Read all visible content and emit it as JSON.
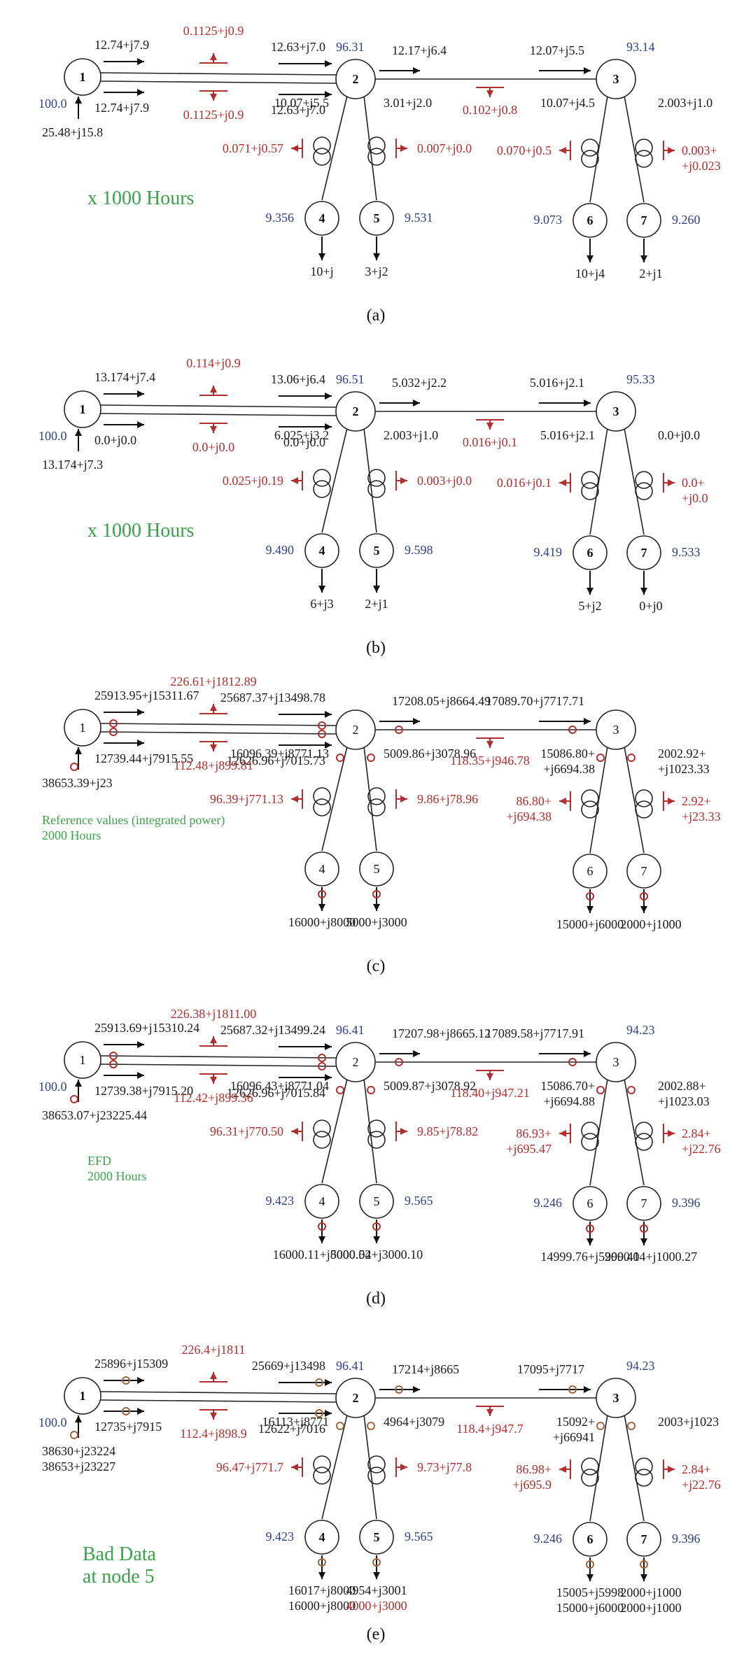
{
  "panels": [
    {
      "caption": "(a)",
      "note": [
        "x 1000 Hours"
      ],
      "node_labels_bold": true,
      "voltages": {
        "n1": "100.0",
        "n2": "96.31",
        "n3": "93.14",
        "n4": "9.356",
        "n5": "9.531",
        "n6": "9.073",
        "n7": "9.260"
      },
      "flows": {
        "l12_top_from": "12.74+j7.9",
        "l12_top_to": "12.63+j7.0",
        "l12_bot_from": "12.74+j7.9",
        "l12_bot_to": "12.63+j7.0",
        "l23_from": "12.17+j6.4",
        "l23_to": "12.07+j5.5",
        "inj1": [
          "25.48+j15.8"
        ],
        "t24": [
          "10.07+j5.5"
        ],
        "t25": [
          "3.01+j2.0"
        ],
        "t36": [
          "10.07+j4.5"
        ],
        "t37": [
          "2.003+j1.0"
        ],
        "load4": [
          "10+j"
        ],
        "load5": [
          "3+j2"
        ],
        "load6": [
          "10+j4"
        ],
        "load7": [
          "2+j1"
        ]
      },
      "losses": {
        "l12_top": [
          "0.1125+j0.9"
        ],
        "l12_bot": [
          "0.1125+j0.9"
        ],
        "l23": [
          "0.102+j0.8"
        ],
        "t4": [
          "0.071+j0.57"
        ],
        "t5": [
          "0.007+j0.0"
        ],
        "t6": [
          "0.070+j0.5"
        ],
        "t7": [
          "0.003+",
          "+j0.023"
        ]
      }
    },
    {
      "caption": "(b)",
      "note": [
        "x 1000 Hours"
      ],
      "node_labels_bold": true,
      "voltages": {
        "n1": "100.0",
        "n2": "96.51",
        "n3": "95.33",
        "n4": "9.490",
        "n5": "9.598",
        "n6": "9.419",
        "n7": "9.533"
      },
      "flows": {
        "l12_top_from": "13.174+j7.4",
        "l12_top_to": "13.06+j6.4",
        "l12_bot_from": "0.0+j0.0",
        "l12_bot_to": "0.0+j0.0",
        "l23_from": "5.032+j2.2",
        "l23_to": "5.016+j2.1",
        "inj1": [
          "13.174+j7.3"
        ],
        "t24": [
          "6.025+j3.2"
        ],
        "t25": [
          "2.003+j1.0"
        ],
        "t36": [
          "5.016+j2.1"
        ],
        "t37": [
          "0.0+j0.0"
        ],
        "load4": [
          "6+j3"
        ],
        "load5": [
          "2+j1"
        ],
        "load6": [
          "5+j2"
        ],
        "load7": [
          "0+j0"
        ]
      },
      "losses": {
        "l12_top": [
          "0.114+j0.9"
        ],
        "l12_bot": [
          "0.0+j0.0"
        ],
        "l23": [
          "0.016+j0.1"
        ],
        "t4": [
          "0.025+j0.19"
        ],
        "t5": [
          "0.003+j0.0"
        ],
        "t6": [
          "0.016+j0.1"
        ],
        "t7": [
          "0.0+",
          "+j0.0"
        ]
      }
    },
    {
      "caption": "(c)",
      "note": [
        "Reference values (integrated power)",
        "2000 Hours"
      ],
      "node_labels_bold": false,
      "voltages": {
        "n1": "",
        "n2": "",
        "n3": "",
        "n4": "",
        "n5": "",
        "n6": "",
        "n7": ""
      },
      "flows": {
        "l12_top_from": "25913.95+j15311.67",
        "l12_top_to": "25687.37+j13498.78",
        "l12_bot_from": "12739.44+j7915.55",
        "l12_bot_to": "12626.96+j7015.73",
        "l23_from": "17208.05+j8664.49",
        "l23_to": "17089.70+j7717.71",
        "inj1": [
          "38653.39+j23"
        ],
        "t24": [
          "16096.39+j8771.13"
        ],
        "t25": [
          "5009.86+j3078.96"
        ],
        "t36": [
          "15086.80+",
          "+j6694.38"
        ],
        "t37": [
          "2002.92+",
          "+j1023.33"
        ],
        "load4": [
          "16000+j8000"
        ],
        "load5": [
          "5000+j3000"
        ],
        "load6": [
          "15000+j6000"
        ],
        "load7": [
          "2000+j1000"
        ]
      },
      "losses": {
        "l12_top": [
          "226.61+j1812.89"
        ],
        "l12_bot": [
          "112.48+j899.81"
        ],
        "l23": [
          "118.35+j946.78"
        ],
        "t4": [
          "96.39+j771.13"
        ],
        "t5": [
          "9.86+j78.96"
        ],
        "t6": [
          "86.80+",
          "+j694.38"
        ],
        "t7": [
          "2.92+",
          "+j23.33"
        ]
      }
    },
    {
      "caption": "(d)",
      "note": [
        "EFD",
        "2000 Hours"
      ],
      "node_labels_bold": false,
      "voltages": {
        "n1": "100.0",
        "n2": "96.41",
        "n3": "94.23",
        "n4": "9.423",
        "n5": "9.565",
        "n6": "9.246",
        "n7": "9.396"
      },
      "flows": {
        "l12_top_from": "25913.69+j15310.24",
        "l12_top_to": "25687.32+j13499.24",
        "l12_bot_from": "12739.38+j7915.20",
        "l12_bot_to": "12626.96+j7015.84",
        "l23_from": "17207.98+j8665.12",
        "l23_to": "17089.58+j7717.91",
        "inj1": [
          "38653.07+j23225.44"
        ],
        "t24": [
          "16096.43+j8771.04"
        ],
        "t25": [
          "5009.87+j3078.92"
        ],
        "t36": [
          "15086.70+",
          "+j6694.88"
        ],
        "t37": [
          "2002.88+",
          "+j1023.03"
        ],
        "load4": [
          "16000.11+j8000.54"
        ],
        "load5": [
          "5000.02+j3000.10"
        ],
        "load6": [
          "14999.76+j5999.41"
        ],
        "load7": [
          "2000.04+j1000.27"
        ]
      },
      "losses": {
        "l12_top": [
          "226.38+j1811.00"
        ],
        "l12_bot": [
          "112.42+j899.36"
        ],
        "l23": [
          "118.40+j947.21"
        ],
        "t4": [
          "96.31+j770.50"
        ],
        "t5": [
          "9.85+j78.82"
        ],
        "t6": [
          "86.93+",
          "+j695.47"
        ],
        "t7": [
          "2.84+",
          "+j22.76"
        ]
      }
    },
    {
      "caption": "(e)",
      "note": [
        "Bad Data",
        "at node 5"
      ],
      "node_labels_bold": true,
      "voltages": {
        "n1": "100.0",
        "n2": "96.41",
        "n3": "94.23",
        "n4": "9.423",
        "n5": "9.565",
        "n6": "9.246",
        "n7": "9.396"
      },
      "flows": {
        "l12_top_from": "25896+j15309",
        "l12_top_to": "25669+j13498",
        "l12_bot_from": "12735+j7915",
        "l12_bot_to": "12622+j7016",
        "l23_from": "17214+j8665",
        "l23_to": "17095+j7717",
        "inj1": [
          "38630+j23224",
          "38653+j23227"
        ],
        "t24": [
          "16113+j8771"
        ],
        "t25": [
          "4964+j3079"
        ],
        "t36": [
          "15092+",
          "+j66941"
        ],
        "t37": [
          "2003+j1023"
        ],
        "load4": [
          "16017+j8000",
          "16000+j8000"
        ],
        "load5": [
          "4954+j3001",
          "4000+j3000"
        ],
        "load6": [
          "15005+j5998",
          "15000+j6000"
        ],
        "load7": [
          "2000+j1000",
          "2000+j1000"
        ]
      },
      "losses": {
        "l12_top": [
          "226.4+j1811"
        ],
        "l12_bot": [
          "112.4+j898.9"
        ],
        "l23": [
          "118.4+j947.7"
        ],
        "t4": [
          "96.47+j771.7"
        ],
        "t5": [
          "9.73+j77.8"
        ],
        "t6": [
          "86.98+",
          "+j695.9"
        ],
        "t7": [
          "2.84+",
          "+j22.76"
        ]
      }
    }
  ],
  "node_ids": [
    "1",
    "2",
    "3",
    "4",
    "5",
    "6",
    "7"
  ],
  "colors": {
    "line": "#222222",
    "loss": "#b22d2d",
    "voltage": "#2f3f88",
    "note": "#3aa14a",
    "text": "#1a1a1a",
    "meter": "#b22d2d",
    "meter_bad": "#a0643c"
  }
}
